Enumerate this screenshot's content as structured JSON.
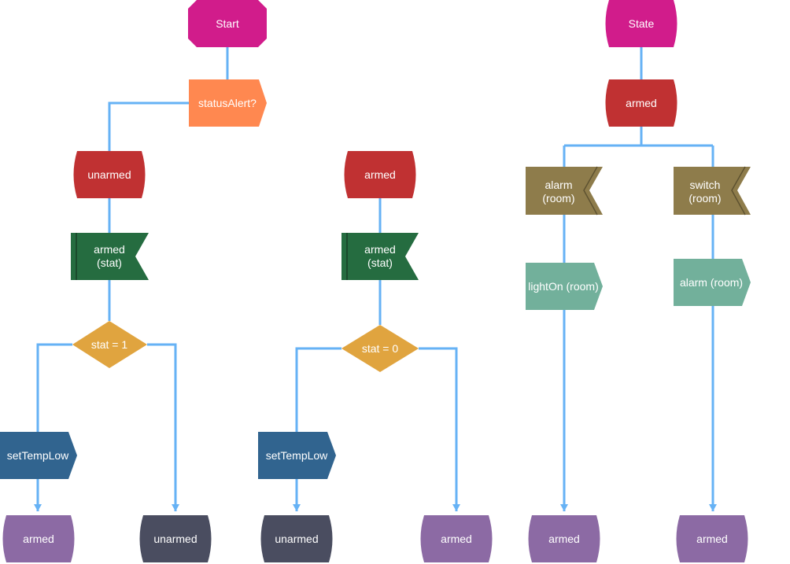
{
  "colors": {
    "terminal_start": "#d11c8b",
    "question": "#ff8850",
    "state_red": "#c03132",
    "receive_green": "#256c40",
    "decision": "#e0a43f",
    "send_blue": "#31648f",
    "state_purple": "#8c6aa4",
    "state_dark": "#4a4d60",
    "receive_olive": "#8e7c4b",
    "send_teal": "#72b09b",
    "edge": "#66b2f5"
  },
  "diagram1": {
    "start": "Start",
    "question": "statusAlert?",
    "branch_a": {
      "state": "unarmed",
      "receive_line1": "armed",
      "receive_line2": "(stat)",
      "decision": "stat = 1",
      "send": "setTempLow",
      "end_left": "armed",
      "end_right": "unarmed"
    },
    "branch_b": {
      "state": "armed",
      "receive_line1": "armed",
      "receive_line2": "(stat)",
      "decision": "stat = 0",
      "send": "setTempLow",
      "end_left": "unarmed",
      "end_right": "armed"
    }
  },
  "diagram2": {
    "start": "State",
    "state": "armed",
    "left": {
      "receive_line1": "alarm",
      "receive_line2": "(room)",
      "send": "lightOn (room)",
      "end": "armed"
    },
    "right": {
      "receive_line1": "switch",
      "receive_line2": "(room)",
      "send": "alarm (room)",
      "end": "armed"
    }
  }
}
